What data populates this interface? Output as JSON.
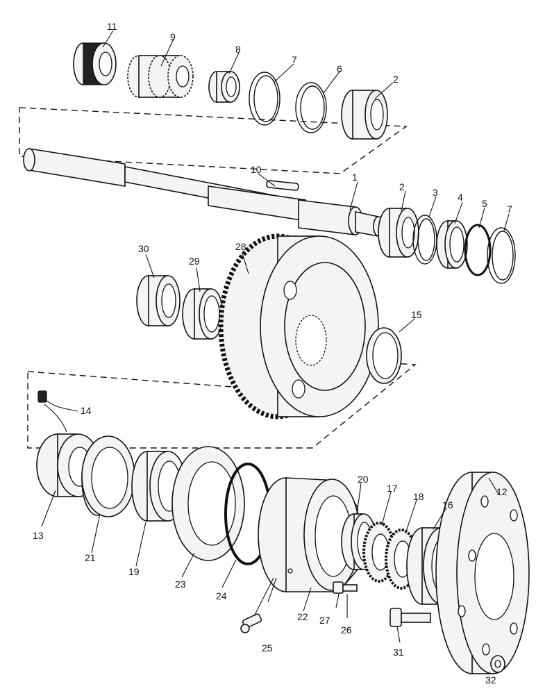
{
  "callouts": [
    "1",
    "2",
    "2",
    "3",
    "4",
    "5",
    "6",
    "7",
    "7",
    "8",
    "9",
    "10",
    "11",
    "12",
    "13",
    "14",
    "15",
    "16",
    "17",
    "18",
    "19",
    "20",
    "21",
    "22",
    "23",
    "24",
    "25",
    "26",
    "27",
    "28",
    "29",
    "30",
    "31",
    "32"
  ]
}
